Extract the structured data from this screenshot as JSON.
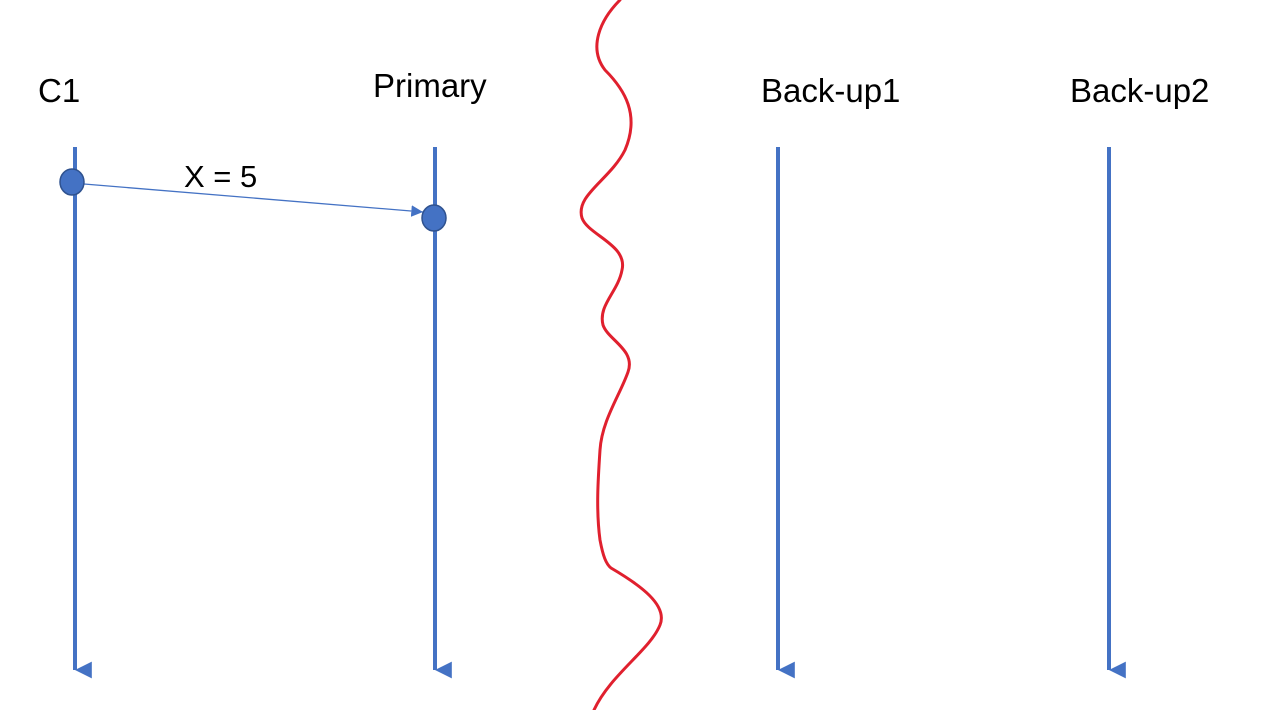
{
  "processes": [
    {
      "id": "c1",
      "label": "C1"
    },
    {
      "id": "primary",
      "label": "Primary"
    },
    {
      "id": "backup1",
      "label": "Back-up1"
    },
    {
      "id": "backup2",
      "label": "Back-up2"
    }
  ],
  "messages": [
    {
      "from": "c1",
      "to": "primary",
      "label": "X = 5"
    }
  ],
  "partition": {
    "icon": "network-partition-squiggle",
    "color": "#E0202E"
  },
  "colors": {
    "timeline": "#4472C4",
    "event_fill": "#4472C4",
    "event_stroke": "#2F528F",
    "message_arrow": "#4472C4",
    "text": "#000000"
  }
}
